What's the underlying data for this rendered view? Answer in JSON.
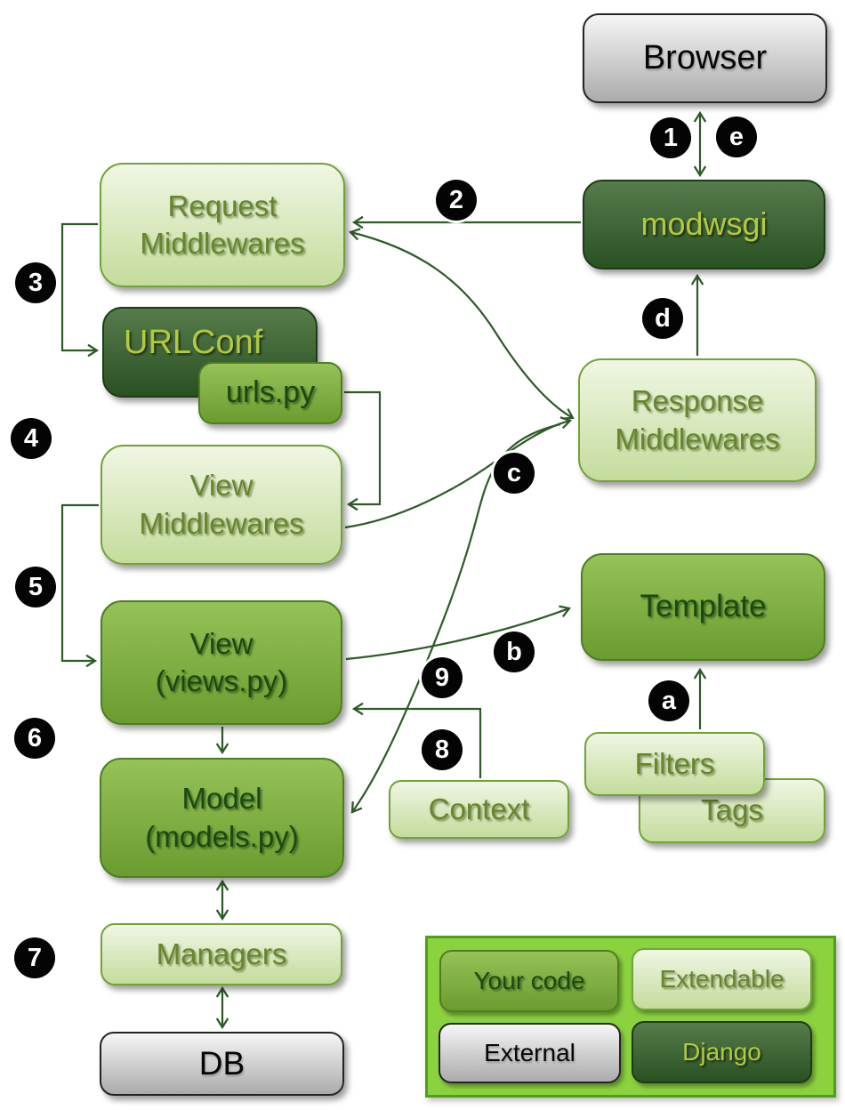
{
  "nodes": {
    "browser": {
      "label": "Browser",
      "type": "external"
    },
    "modwsgi": {
      "label": "modwsgi",
      "type": "django"
    },
    "request_middlewares": {
      "label": "Request\nMiddlewares",
      "type": "extendable"
    },
    "urlconf": {
      "label": "URLConf",
      "type": "django"
    },
    "urls_py": {
      "label": "urls.py",
      "type": "your-code"
    },
    "view_middlewares": {
      "label": "View\nMiddlewares",
      "type": "extendable"
    },
    "view": {
      "label": "View\n(views.py)",
      "type": "your-code"
    },
    "model": {
      "label": "Model\n(models.py)",
      "type": "your-code"
    },
    "managers": {
      "label": "Managers",
      "type": "extendable"
    },
    "db": {
      "label": "DB",
      "type": "external"
    },
    "response_middlewares": {
      "label": "Response\nMiddlewares",
      "type": "extendable"
    },
    "template": {
      "label": "Template",
      "type": "your-code"
    },
    "filters": {
      "label": "Filters",
      "type": "extendable"
    },
    "tags": {
      "label": "Tags",
      "type": "extendable"
    },
    "context": {
      "label": "Context",
      "type": "extendable"
    }
  },
  "badges": {
    "n1": "1",
    "n2": "2",
    "n3": "3",
    "n4": "4",
    "n5": "5",
    "n6": "6",
    "n7": "7",
    "n8": "8",
    "n9": "9",
    "la": "a",
    "lb": "b",
    "lc": "c",
    "ld": "d",
    "le": "e"
  },
  "legend": {
    "your_code": "Your code",
    "extendable": "Extendable",
    "external": "External",
    "django": "Django"
  },
  "edges": [
    {
      "badges": [
        "1",
        "e"
      ],
      "from": "browser",
      "to": "modwsgi",
      "style": "double-arrow"
    },
    {
      "badges": [
        "2"
      ],
      "from": "modwsgi",
      "to": "request_middlewares",
      "style": "straight"
    },
    {
      "badges": [
        "3"
      ],
      "from": "request_middlewares",
      "to": "urlconf",
      "style": "elbow"
    },
    {
      "badges": [
        "4"
      ],
      "from": "urls_py",
      "to": "view_middlewares",
      "style": "elbow"
    },
    {
      "badges": [
        "5"
      ],
      "from": "view_middlewares",
      "to": "view",
      "style": "elbow"
    },
    {
      "badges": [
        "6"
      ],
      "from": "view",
      "to": "model",
      "style": "straight"
    },
    {
      "badges": [
        "7"
      ],
      "from": "model",
      "to": "managers",
      "style": "double-arrow"
    },
    {
      "badges": [
        "7"
      ],
      "from": "managers",
      "to": "db",
      "style": "double-arrow"
    },
    {
      "badges": [
        "8"
      ],
      "from": "context",
      "to": "view",
      "style": "elbow"
    },
    {
      "badges": [
        "9"
      ],
      "from": "response_middlewares_junction",
      "to": "model",
      "style": "curve"
    },
    {
      "badges": [
        "a"
      ],
      "from": "filters",
      "to": "template",
      "style": "straight"
    },
    {
      "badges": [
        "b"
      ],
      "from": "view",
      "to": "template",
      "style": "curve"
    },
    {
      "badges": [
        "c"
      ],
      "from": "request_middlewares",
      "to": "response_middlewares",
      "style": "curve"
    },
    {
      "badges": [
        "c"
      ],
      "from": "view_middlewares",
      "to": "response_middlewares",
      "style": "curve"
    },
    {
      "badges": [
        "d"
      ],
      "from": "response_middlewares",
      "to": "modwsgi",
      "style": "straight"
    }
  ],
  "colors": {
    "wire": "#2d5a27",
    "badge_bg": "#040404",
    "badge_text": "#ffffff",
    "extendable_top": "#f0f6e4",
    "extendable_bottom": "#c4dc9c",
    "extendable_border": "#72a23a",
    "extendable_text": "#67852e",
    "your_code_top": "#96c257",
    "your_code_bottom": "#6b9c30",
    "your_code_border": "#4e7e22",
    "your_code_text": "#1a4a12",
    "django_top": "#567c4c",
    "django_bottom": "#2a5122",
    "django_border": "#1d3a18",
    "django_text": "#b3c93e",
    "external_top": "#f6f6f6",
    "external_bottom": "#ababab",
    "external_border": "#242424",
    "external_text": "#060606",
    "legend_bg": "#8bd23f",
    "legend_border": "#4f9f1c",
    "background": "#ffffff"
  }
}
